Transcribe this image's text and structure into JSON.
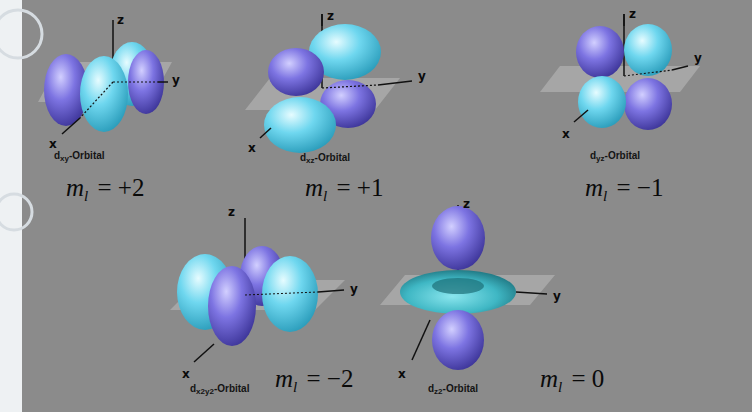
{
  "diagram": {
    "labels": [
      "z",
      "y",
      "x",
      "dxy-Orbital",
      "ml = +2",
      "z",
      "y",
      "x",
      "dxz-Orbital",
      "ml = +1",
      "z",
      "y",
      "x",
      "dyz-Orbital",
      "ml = −1",
      "z",
      "y",
      "x",
      "dx2y2-Orbital",
      "ml = −2",
      "z",
      "y",
      "x",
      "dz2-Orbital",
      "ml = 0"
    ]
  }
}
